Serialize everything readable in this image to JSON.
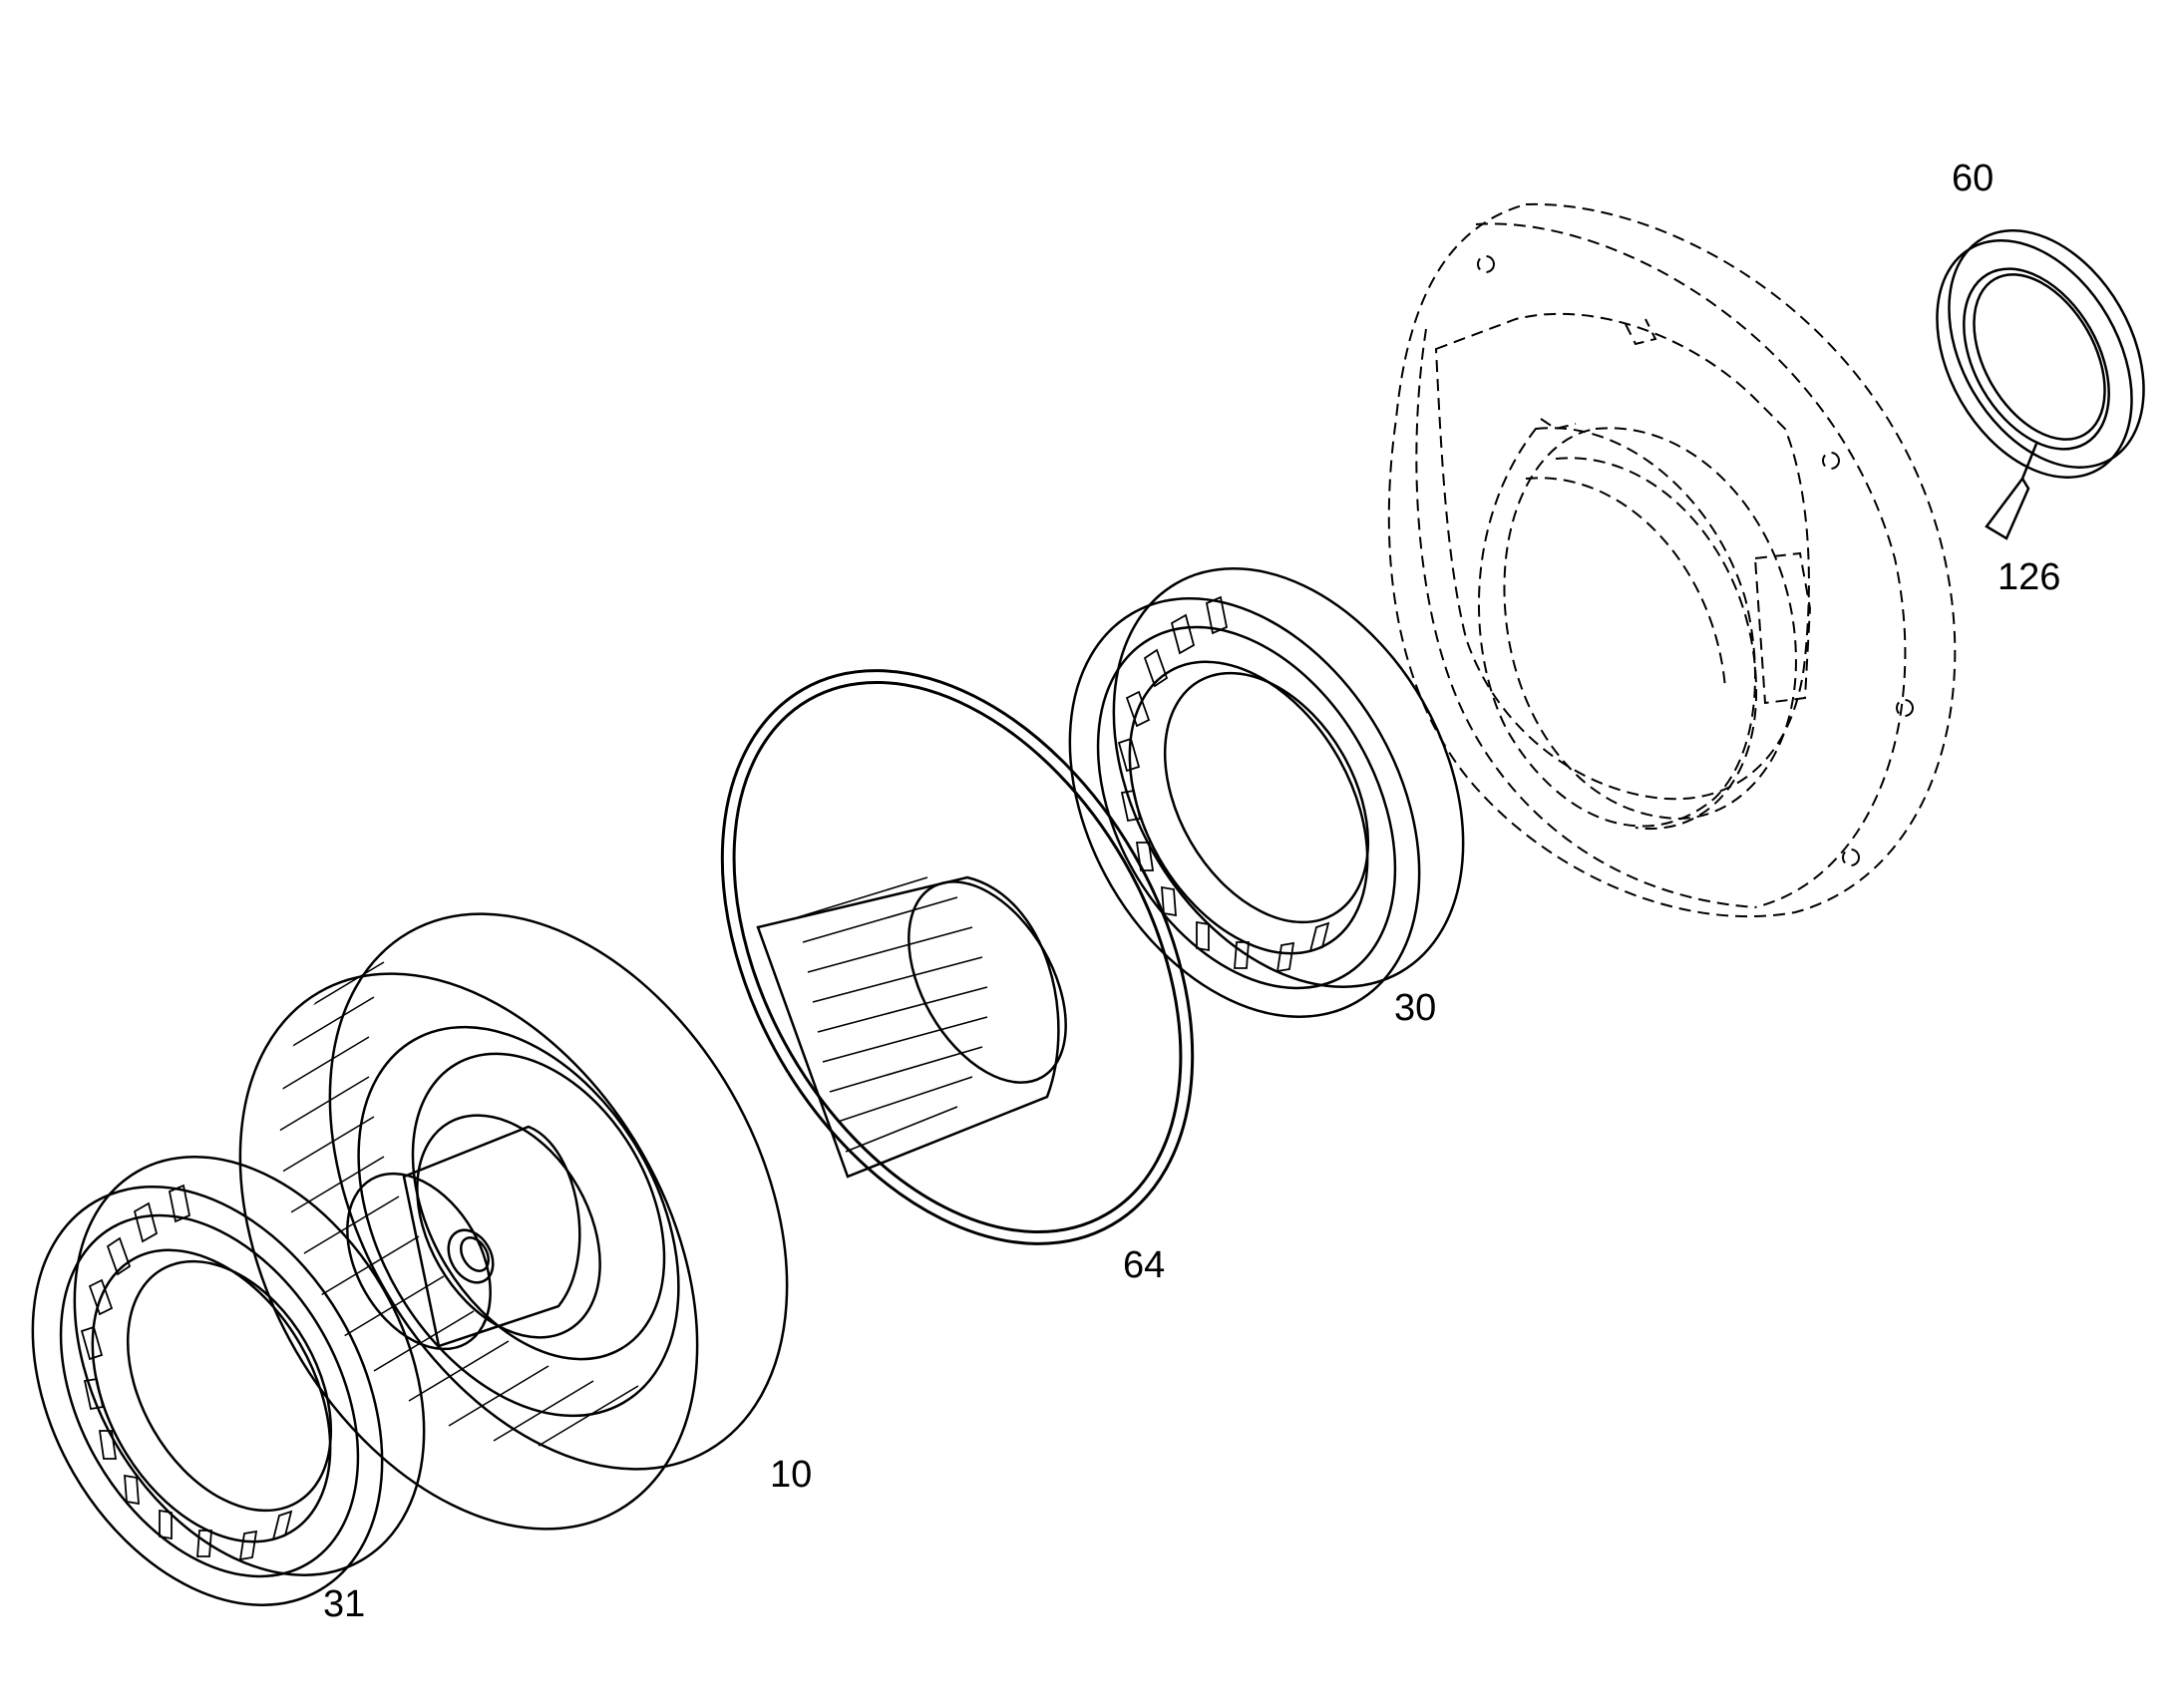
{
  "drawing": {
    "line_color": "#000000",
    "background": "#ffffff",
    "parts": [
      {
        "id": "bearing-31",
        "icon": "roller-bearing"
      },
      {
        "id": "gear-10",
        "icon": "spur-gear-shaft"
      },
      {
        "id": "o-ring-64",
        "icon": "o-ring"
      },
      {
        "id": "bearing-30",
        "icon": "roller-bearing"
      },
      {
        "id": "housing-cover",
        "icon": "flange-cover-dashed"
      },
      {
        "id": "seal-60",
        "icon": "shaft-seal"
      },
      {
        "id": "arrow-126",
        "icon": "pointer-arrow"
      }
    ]
  },
  "callouts": {
    "c60": "60",
    "c126": "126",
    "c30": "30",
    "c64": "64",
    "c10": "10",
    "c31": "31"
  }
}
